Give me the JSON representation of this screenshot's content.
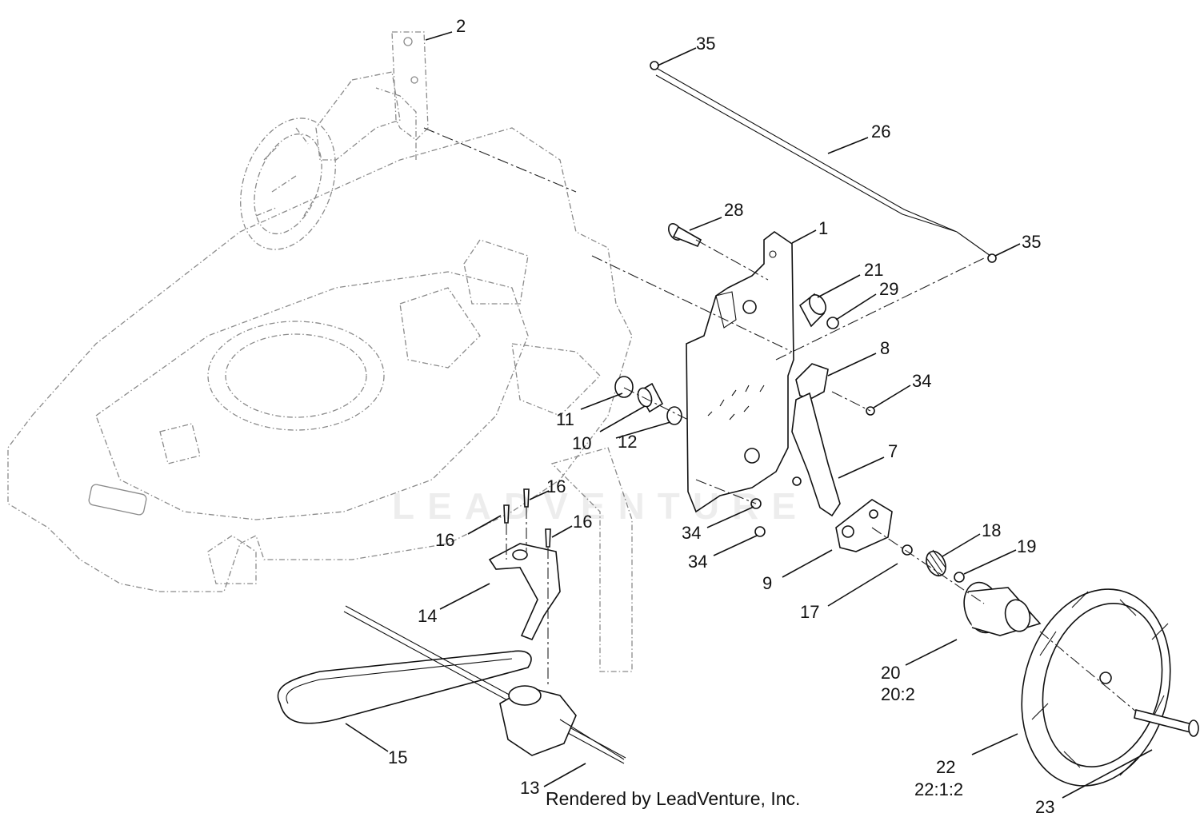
{
  "watermark": "LEADVENTURE",
  "footer": "Rendered by LeadVenture, Inc.",
  "callouts": [
    {
      "id": "c2",
      "text": "2"
    },
    {
      "id": "c35a",
      "text": "35"
    },
    {
      "id": "c26",
      "text": "26"
    },
    {
      "id": "c28",
      "text": "28"
    },
    {
      "id": "c1",
      "text": "1"
    },
    {
      "id": "c35b",
      "text": "35"
    },
    {
      "id": "c21",
      "text": "21"
    },
    {
      "id": "c29",
      "text": "29"
    },
    {
      "id": "c8",
      "text": "8"
    },
    {
      "id": "c34a",
      "text": "34"
    },
    {
      "id": "c11",
      "text": "11"
    },
    {
      "id": "c10",
      "text": "10"
    },
    {
      "id": "c12",
      "text": "12"
    },
    {
      "id": "c7",
      "text": "7"
    },
    {
      "id": "c16a",
      "text": "16"
    },
    {
      "id": "c16b",
      "text": "16"
    },
    {
      "id": "c16c",
      "text": "16"
    },
    {
      "id": "c34b",
      "text": "34"
    },
    {
      "id": "c34c",
      "text": "34"
    },
    {
      "id": "c18",
      "text": "18"
    },
    {
      "id": "c19",
      "text": "19"
    },
    {
      "id": "c9",
      "text": "9"
    },
    {
      "id": "c17",
      "text": "17"
    },
    {
      "id": "c14",
      "text": "14"
    },
    {
      "id": "c20",
      "text": "20"
    },
    {
      "id": "c20q",
      "text": "20:2"
    },
    {
      "id": "c15",
      "text": "15"
    },
    {
      "id": "c22",
      "text": "22"
    },
    {
      "id": "c22q",
      "text": "22:1:2"
    },
    {
      "id": "c13",
      "text": "13"
    },
    {
      "id": "c23",
      "text": "23"
    }
  ]
}
